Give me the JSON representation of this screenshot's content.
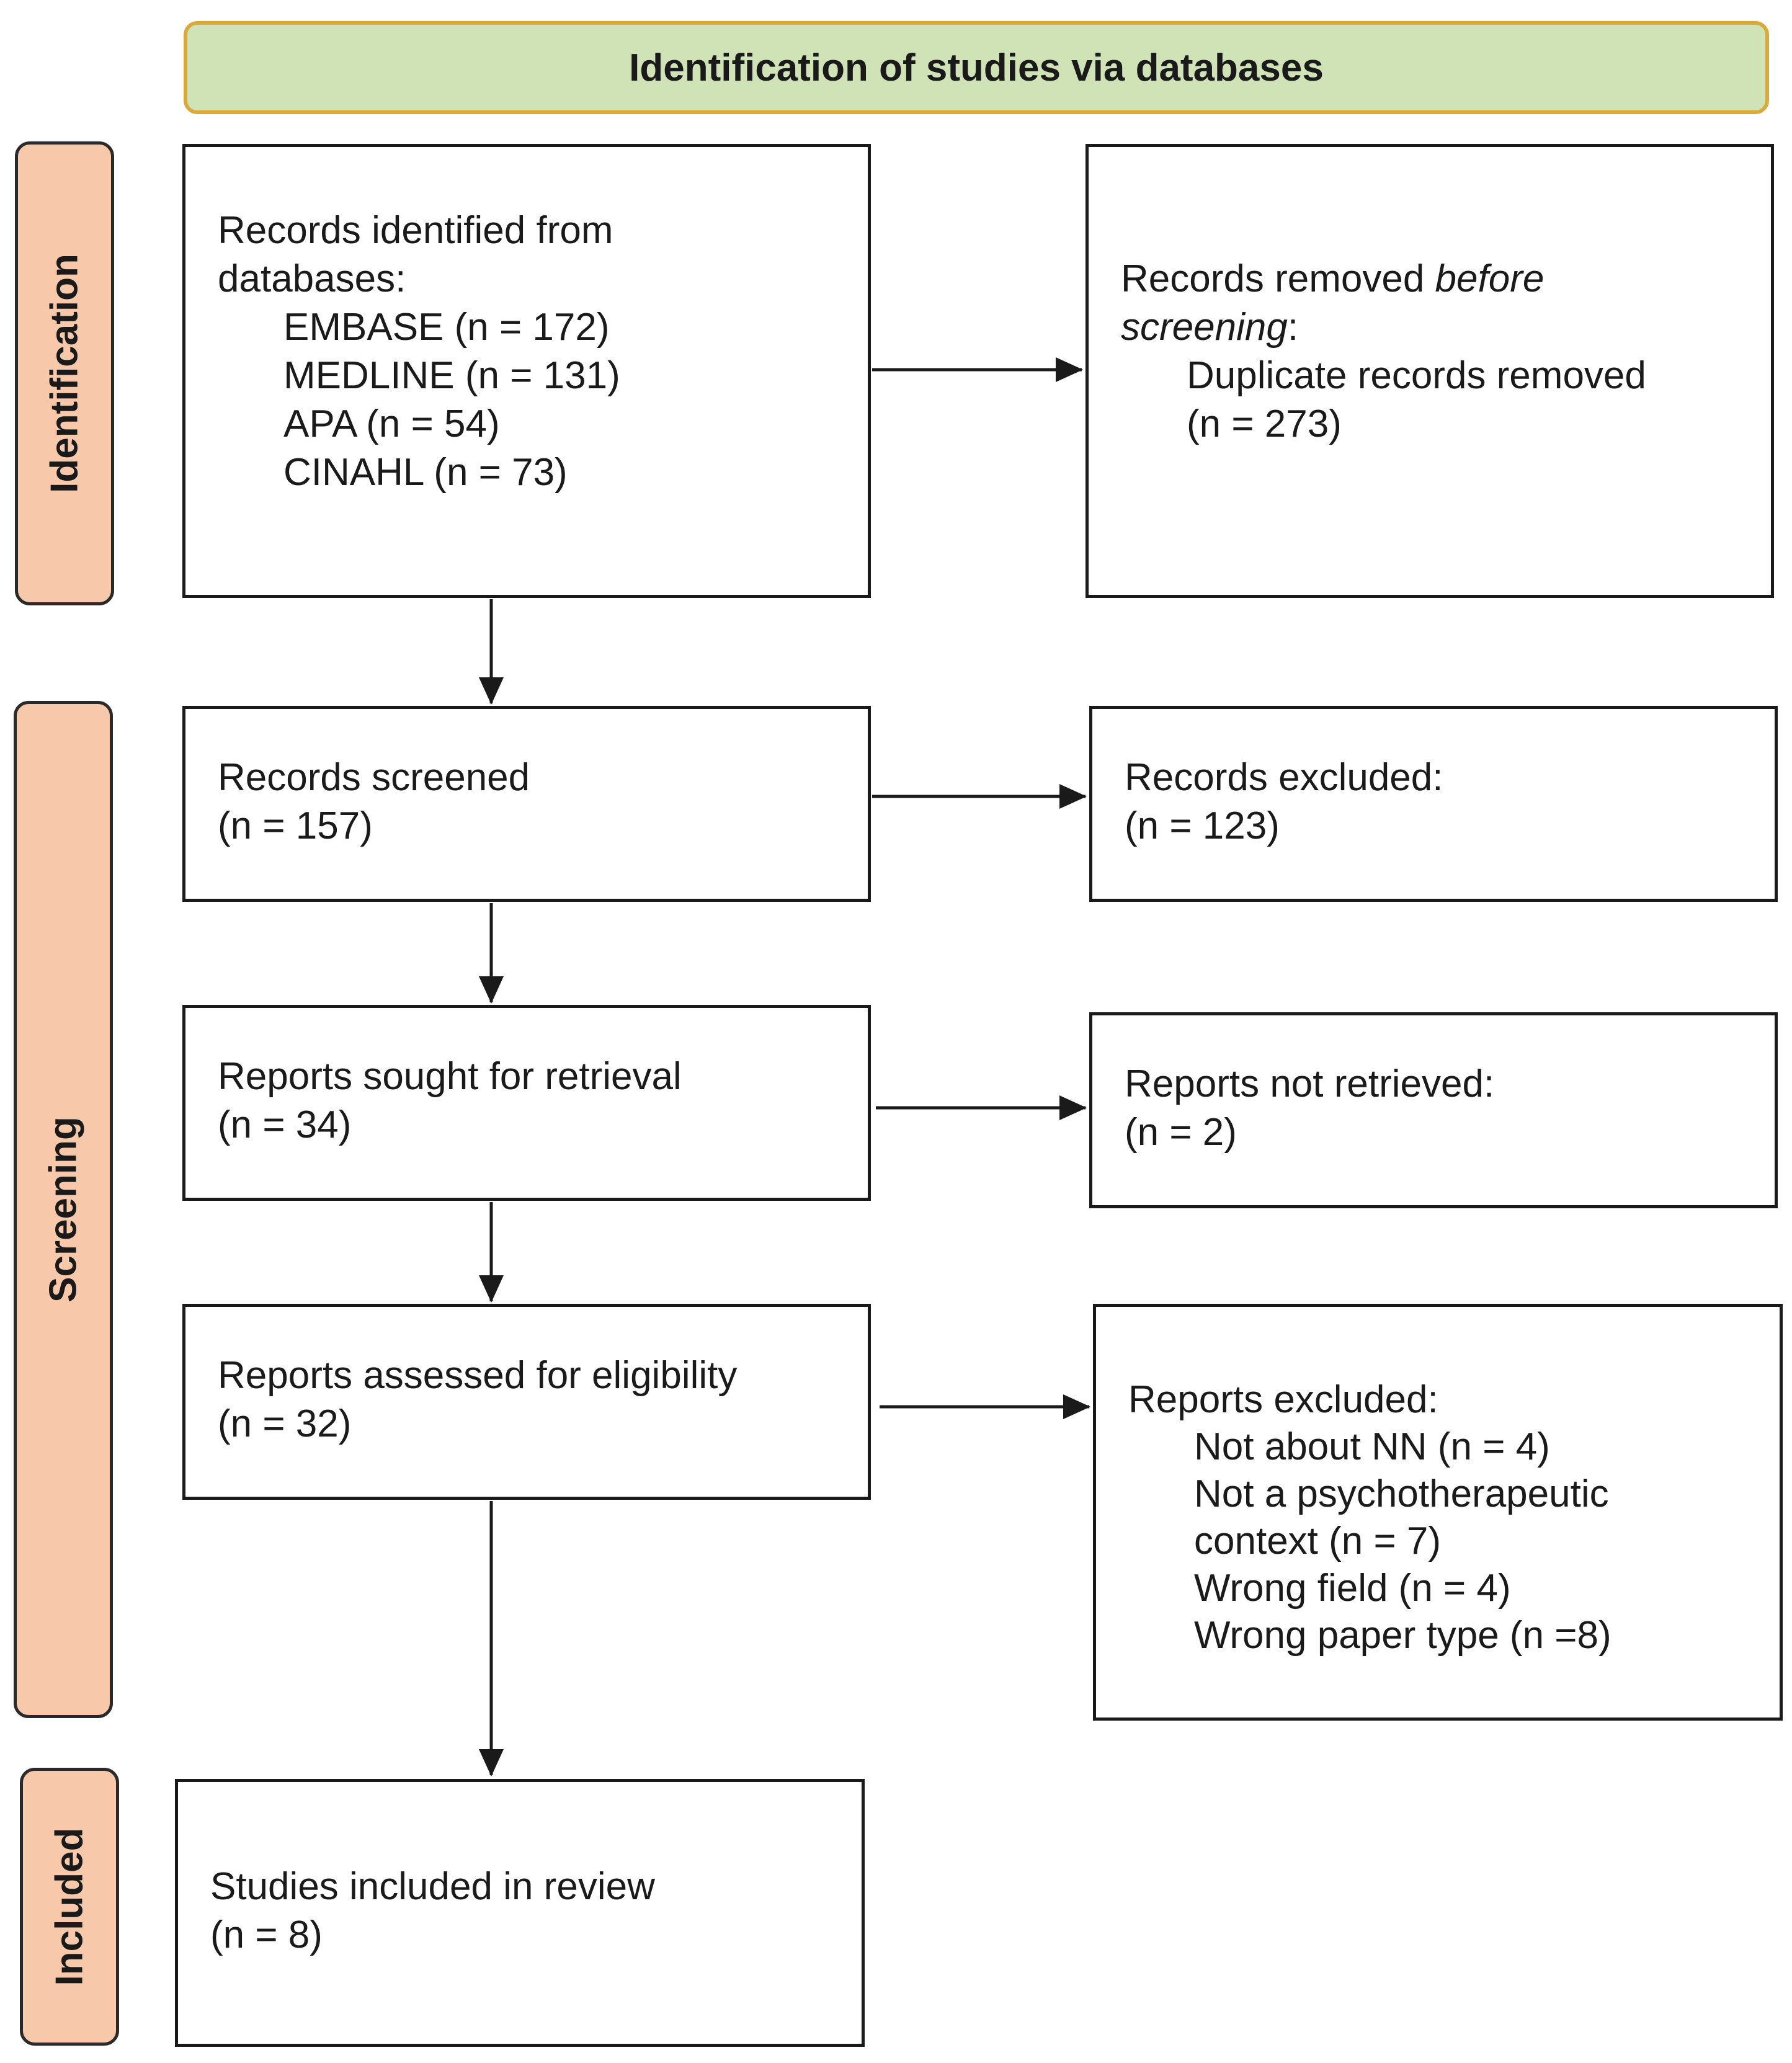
{
  "header": {
    "title": "Identification of studies via databases"
  },
  "phases": {
    "identification": "Identification",
    "screening": "Screening",
    "included": "Included"
  },
  "boxes": {
    "identified": {
      "line1": "Records identified from",
      "line2": "databases:",
      "sources": [
        "EMBASE (n = 172)",
        "MEDLINE (n = 131)",
        "APA (n = 54)",
        "CINAHL (n = 73)"
      ]
    },
    "removed": {
      "prefix": "Records removed ",
      "prefix_italic": "before",
      "line2_italic": "screening",
      "line2_suffix": ":",
      "line3": "Duplicate records removed",
      "line4": "(n = 273)"
    },
    "screened": {
      "label": "Records screened",
      "count": "(n = 157)"
    },
    "excluded": {
      "label": "Records excluded:",
      "count": "(n = 123)"
    },
    "sought": {
      "label": "Reports sought for retrieval",
      "count": "(n = 34)"
    },
    "not_retrieved": {
      "label": "Reports not retrieved:",
      "count": "(n = 2)"
    },
    "assessed": {
      "label": "Reports assessed for eligibility",
      "count": "(n = 32)"
    },
    "reports_excluded": {
      "label": "Reports excluded:",
      "reasons": [
        "Not about NN (n = 4)",
        "Not a psychotherapeutic",
        "context (n = 7)",
        "Wrong field (n = 4)",
        "Wrong paper type (n =8)"
      ]
    },
    "included": {
      "label": "Studies included in review",
      "count": "(n = 8)"
    }
  },
  "colors": {
    "header_fill": "#cfe3b6",
    "header_border": "#d9a93a",
    "phase_fill": "#f7c9aa",
    "stroke": "#1a1a1a"
  }
}
